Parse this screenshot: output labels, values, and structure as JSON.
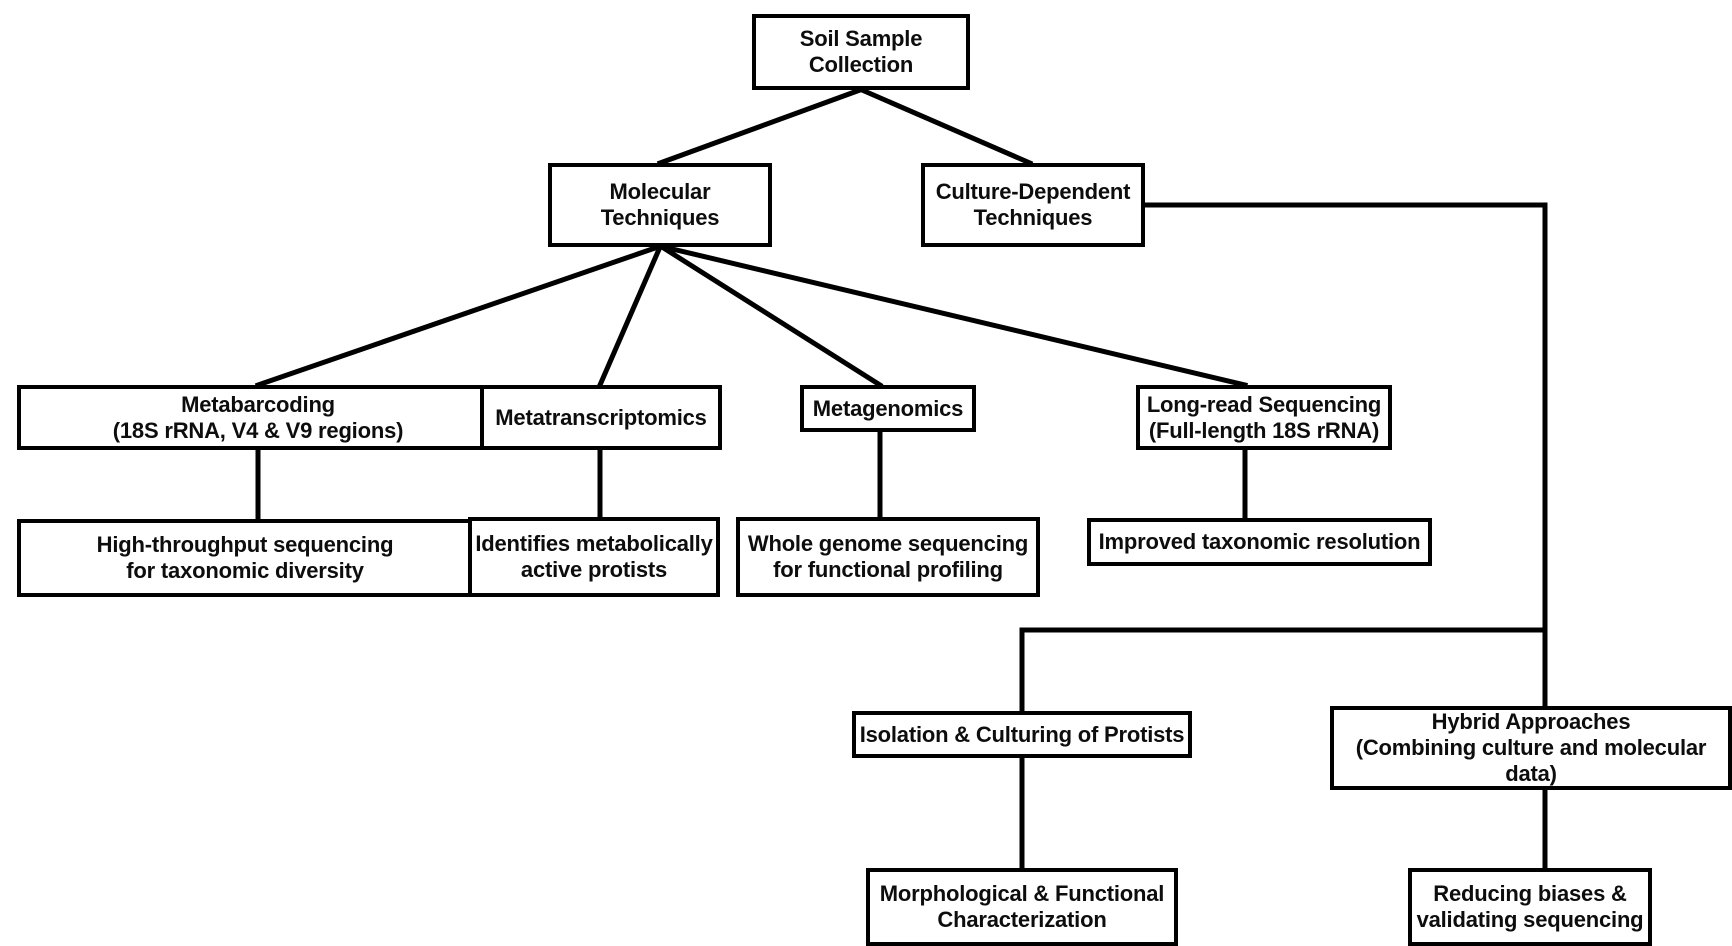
{
  "diagram": {
    "title": "Soil protist study workflow flowchart",
    "background_color": "#ffffff",
    "line_color": "#000000",
    "text_color": "#0d0d0d"
  },
  "nodes": {
    "soil_sample_collection": "Soil Sample\nCollection",
    "molecular_techniques": "Molecular\nTechniques",
    "culture_dependent_techniques": "Culture-Dependent\nTechniques",
    "metabarcoding": "Metabarcoding\n(18S rRNA, V4 & V9 regions)",
    "metatranscriptomics": "Metatranscriptomics",
    "metagenomics": "Metagenomics",
    "long_read_sequencing": "Long-read Sequencing\n(Full-length 18S rRNA)",
    "high_throughput_sequencing": "High-throughput sequencing\nfor taxonomic diversity",
    "identifies_metabolically_active": "Identifies metabolically\nactive protists",
    "whole_genome_sequencing": "Whole genome sequencing\nfor functional profiling",
    "improved_taxonomic_resolution": "Improved taxonomic resolution",
    "isolation_culturing_protists": "Isolation & Culturing of Protists",
    "hybrid_approaches": "Hybrid Approaches\n(Combining culture and molecular data)",
    "morphological_functional_characterization": "Morphological & Functional\nCharacterization",
    "reducing_biases_validating": "Reducing biases &\nvalidating sequencing"
  },
  "chart_data": {
    "type": "diagram",
    "layout": "top-down tree flowchart",
    "edges": [
      {
        "from": "soil_sample_collection",
        "to": "molecular_techniques",
        "style": "diagonal"
      },
      {
        "from": "soil_sample_collection",
        "to": "culture_dependent_techniques",
        "style": "diagonal"
      },
      {
        "from": "molecular_techniques",
        "to": "metabarcoding",
        "style": "diagonal"
      },
      {
        "from": "molecular_techniques",
        "to": "metatranscriptomics",
        "style": "diagonal"
      },
      {
        "from": "molecular_techniques",
        "to": "metagenomics",
        "style": "diagonal"
      },
      {
        "from": "molecular_techniques",
        "to": "long_read_sequencing",
        "style": "diagonal"
      },
      {
        "from": "metabarcoding",
        "to": "high_throughput_sequencing",
        "style": "orthogonal"
      },
      {
        "from": "metatranscriptomics",
        "to": "identifies_metabolically_active",
        "style": "orthogonal"
      },
      {
        "from": "metagenomics",
        "to": "whole_genome_sequencing",
        "style": "orthogonal"
      },
      {
        "from": "long_read_sequencing",
        "to": "improved_taxonomic_resolution",
        "style": "orthogonal"
      },
      {
        "from": "culture_dependent_techniques",
        "to": "isolation_culturing_protists",
        "style": "orthogonal-bus"
      },
      {
        "from": "culture_dependent_techniques",
        "to": "hybrid_approaches",
        "style": "orthogonal-bus"
      },
      {
        "from": "isolation_culturing_protists",
        "to": "morphological_functional_characterization",
        "style": "orthogonal"
      },
      {
        "from": "hybrid_approaches",
        "to": "reducing_biases_validating",
        "style": "orthogonal"
      }
    ]
  }
}
